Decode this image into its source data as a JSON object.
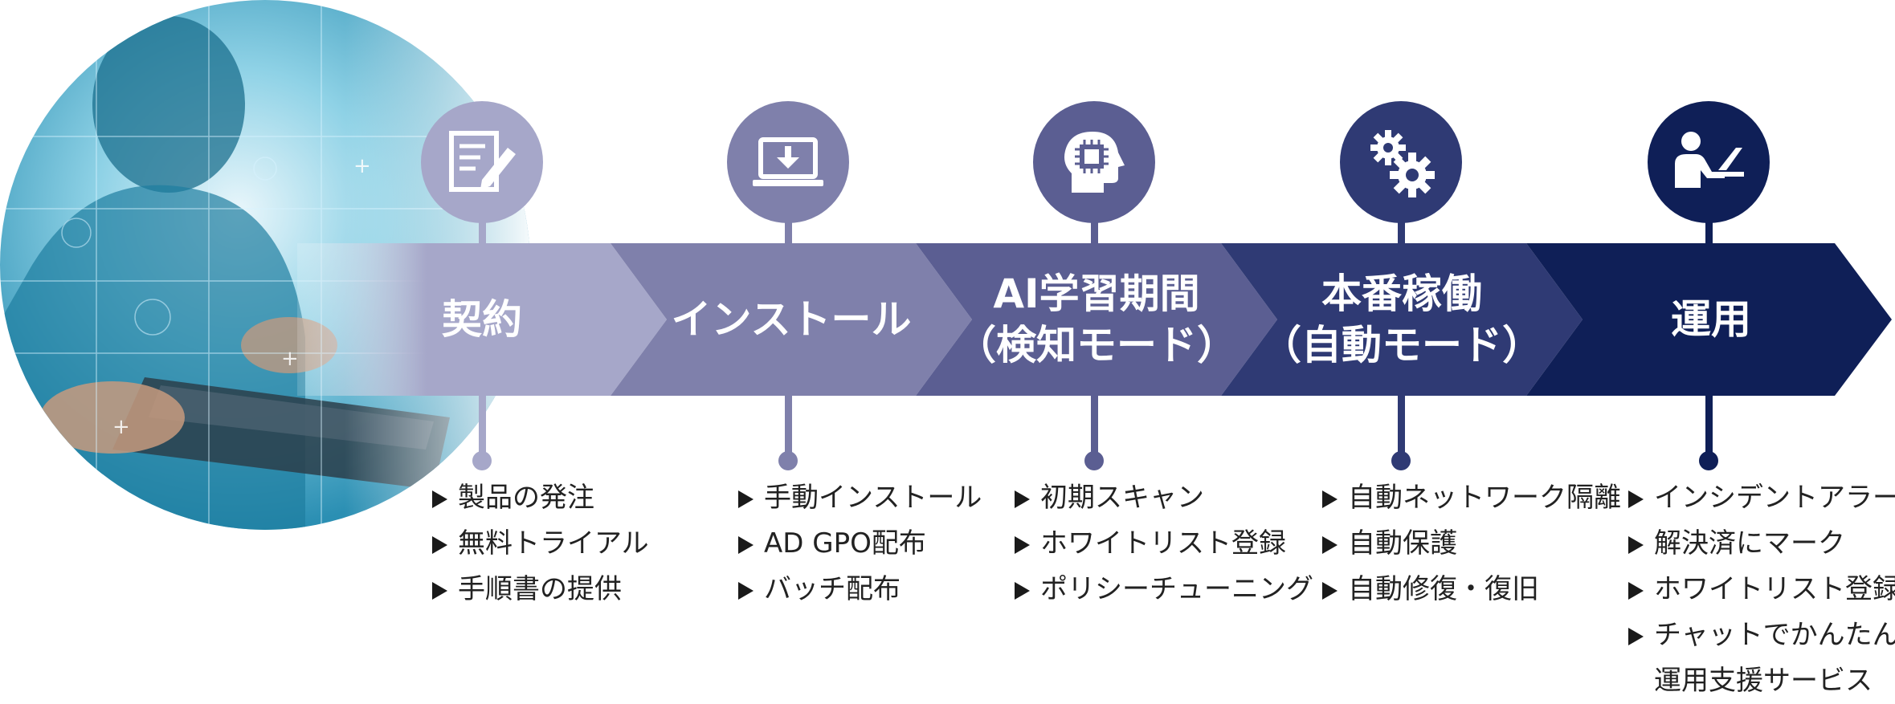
{
  "colors": {
    "stage1": "#a6a7c9",
    "stage2": "#7f80ab",
    "stage3": "#5b5e92",
    "stage4": "#2f3a74",
    "stage5": "#0f1f57",
    "text": "#222222",
    "photo_tint": "#2aa6c8"
  },
  "stages": [
    {
      "title_lines": [
        "契約"
      ],
      "icon": "document-edit-icon",
      "items": [
        "製品の発注",
        "無料トライアル",
        "手順書の提供"
      ]
    },
    {
      "title_lines": [
        "インストール"
      ],
      "icon": "laptop-download-icon",
      "items": [
        "手動インストール",
        "AD GPO配布",
        "バッチ配布"
      ]
    },
    {
      "title_lines": [
        "AI学習期間",
        "（検知モード）"
      ],
      "icon": "ai-head-chip-icon",
      "items": [
        "初期スキャン",
        "ホワイトリスト登録",
        "ポリシーチューニング"
      ]
    },
    {
      "title_lines": [
        "本番稼働",
        "（自動モード）"
      ],
      "icon": "gears-icon",
      "items": [
        "自動ネットワーク隔離",
        "自動保護",
        "自動修復・復旧"
      ]
    },
    {
      "title_lines": [
        "運用"
      ],
      "icon": "person-laptop-icon",
      "items": [
        "インシデントアラート",
        "解決済にマーク",
        "ホワイトリスト登録",
        [
          "チャットでかんたん",
          "運用支援サービス"
        ]
      ]
    }
  ]
}
